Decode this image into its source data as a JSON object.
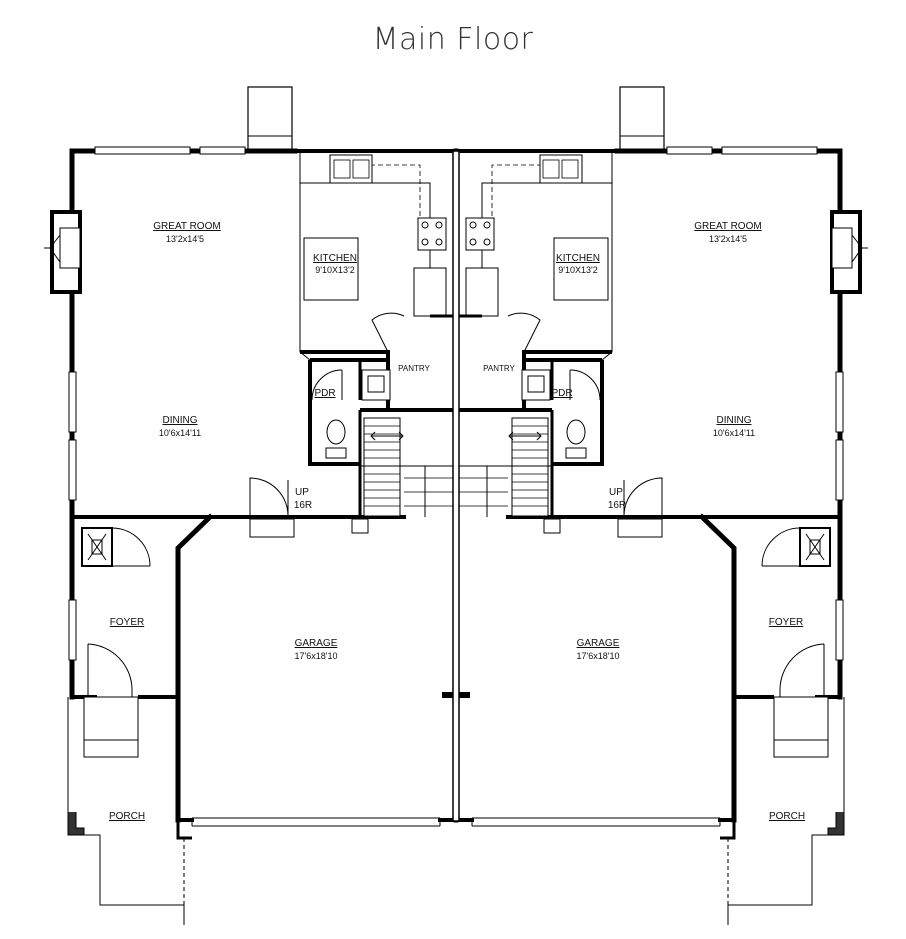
{
  "title": "Main Floor",
  "rooms": {
    "great_room": {
      "name": "GREAT ROOM",
      "dims": "13'2x14'5"
    },
    "kitchen": {
      "name": "KITCHEN",
      "dims": "9'10X13'2"
    },
    "pantry": {
      "name": "PANTRY"
    },
    "pdr": {
      "name": "PDR"
    },
    "dining": {
      "name": "DINING",
      "dims": "10'6x14'11"
    },
    "stairs": {
      "direction": "UP",
      "risers": "16R"
    },
    "foyer": {
      "name": "FOYER"
    },
    "garage": {
      "name": "GARAGE",
      "dims": "17'6x18'10"
    },
    "porch": {
      "name": "PORCH"
    }
  }
}
